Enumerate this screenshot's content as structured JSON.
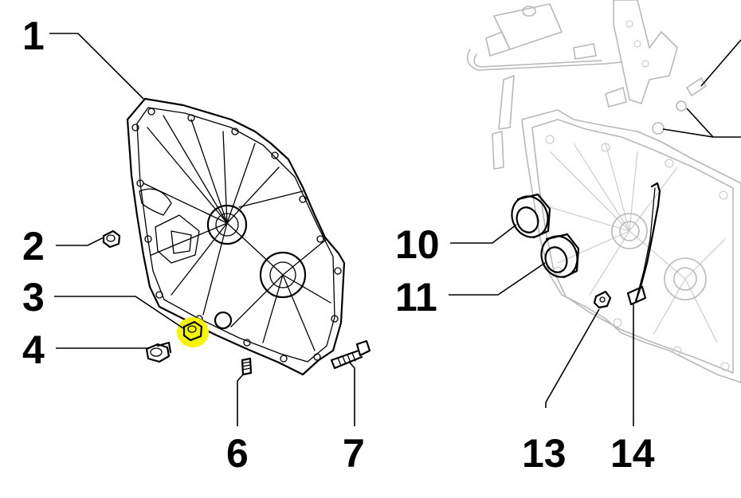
{
  "diagram": {
    "callouts": {
      "c1": "1",
      "c2": "2",
      "c3": "3",
      "c4": "4",
      "c6": "6",
      "c7": "7",
      "c10": "10",
      "c11": "11",
      "c13": "13",
      "c14": "14"
    },
    "highlight_color": "#f5f500"
  }
}
